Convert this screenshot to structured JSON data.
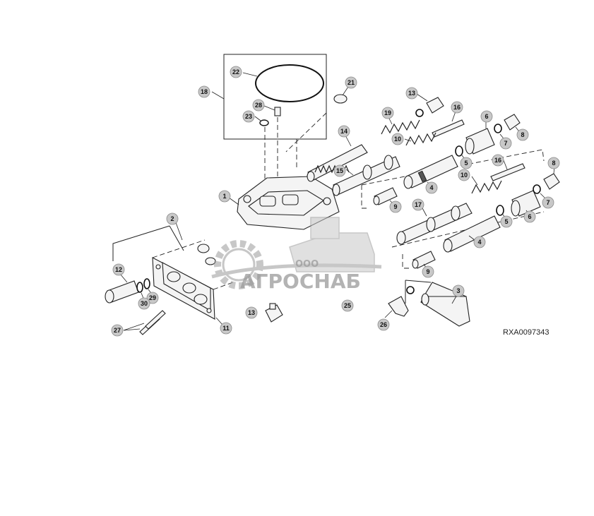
{
  "figure": {
    "id": "RXA0097343"
  },
  "watermark": {
    "company_prefix": "ООО",
    "company_name": "АГРОСНАБ",
    "logo_icon": "gear-and-combine-logo"
  },
  "callouts": [
    {
      "label": "1"
    },
    {
      "label": "2"
    },
    {
      "label": "3"
    },
    {
      "label": "4"
    },
    {
      "label": "4"
    },
    {
      "label": "5"
    },
    {
      "label": "5"
    },
    {
      "label": "6"
    },
    {
      "label": "6"
    },
    {
      "label": "7"
    },
    {
      "label": "7"
    },
    {
      "label": "8"
    },
    {
      "label": "8"
    },
    {
      "label": "9"
    },
    {
      "label": "9"
    },
    {
      "label": "10"
    },
    {
      "label": "10"
    },
    {
      "label": "11"
    },
    {
      "label": "12"
    },
    {
      "label": "13"
    },
    {
      "label": "13"
    },
    {
      "label": "14"
    },
    {
      "label": "15"
    },
    {
      "label": "16"
    },
    {
      "label": "16"
    },
    {
      "label": "17"
    },
    {
      "label": "18"
    },
    {
      "label": "19"
    },
    {
      "label": "21"
    },
    {
      "label": "22"
    },
    {
      "label": "23"
    },
    {
      "label": "25"
    },
    {
      "label": "26"
    },
    {
      "label": "27"
    },
    {
      "label": "28"
    },
    {
      "label": "29"
    },
    {
      "label": "30"
    }
  ]
}
